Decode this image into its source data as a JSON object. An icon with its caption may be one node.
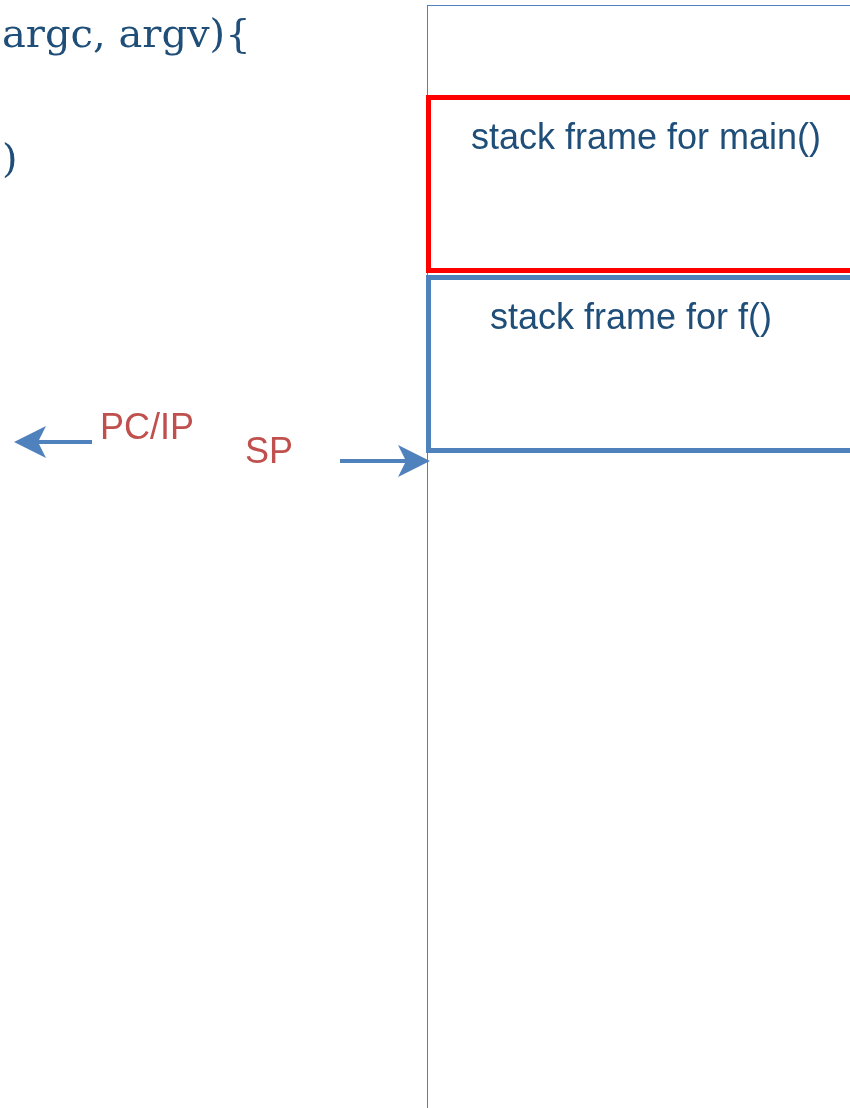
{
  "diagram": {
    "nodes": [
      {
        "text": [],
        "shape": "box"
      },
      {
        "text": [
          "stack frame for main()"
        ],
        "in": 0
      },
      {
        "text": [
          "stack frame for f()"
        ],
        "in": 0
      },
      {
        "text": [
          "PC/IP"
        ]
      },
      {
        "text": [
          "SP"
        ]
      }
    ],
    "edges": [
      {
        "from": 3,
        "to": null,
        "arrow": "to"
      },
      {
        "from": 4,
        "to": 0,
        "arrow": "to"
      }
    ],
    "labels": [
      "argc, argv){",
      ")"
    ]
  }
}
